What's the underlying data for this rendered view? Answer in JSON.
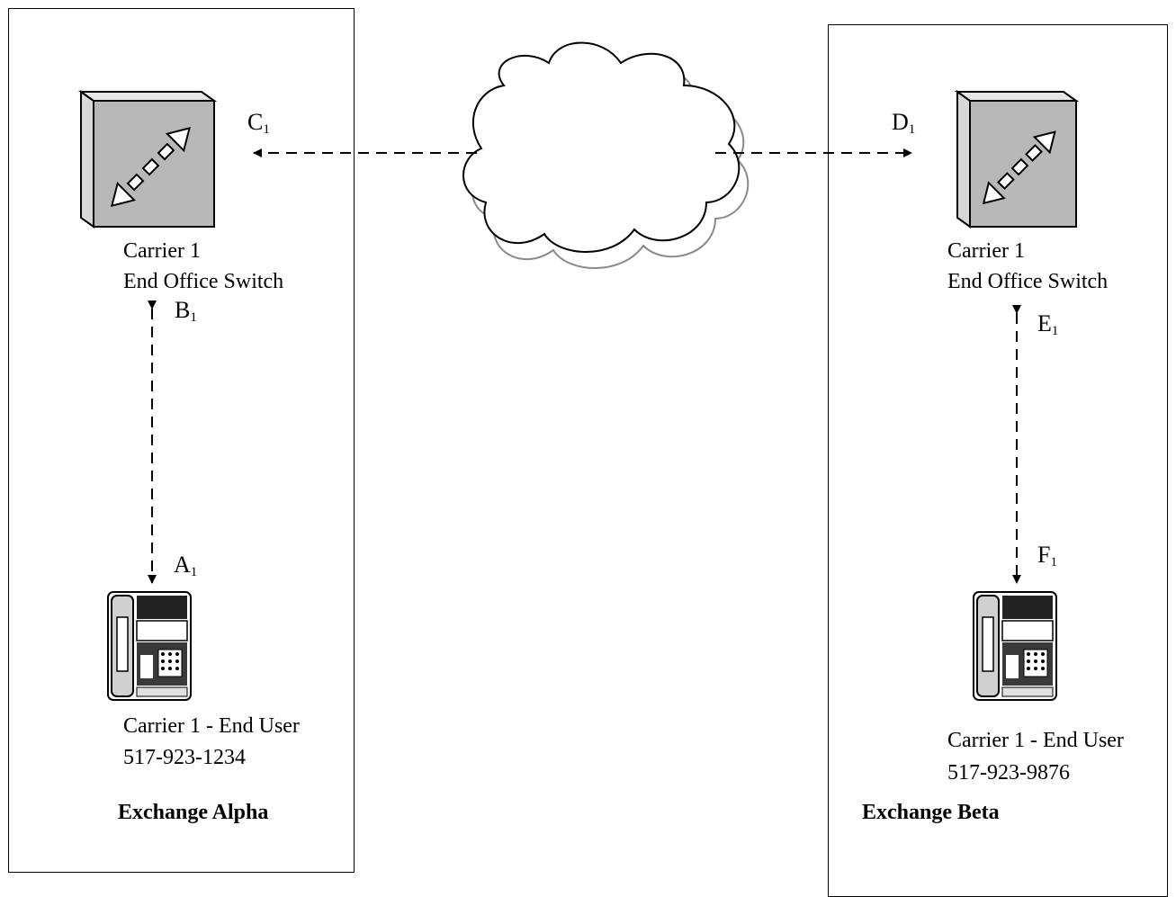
{
  "exchanges": [
    {
      "name": "Exchange Alpha",
      "switch_label_line1": "Carrier 1",
      "switch_label_line2": "End Office Switch",
      "end_user_label": "Carrier 1 - End User",
      "phone_number": "517-923-1234"
    },
    {
      "name": "Exchange Beta",
      "switch_label_line1": "Carrier 1",
      "switch_label_line2": "End Office Switch",
      "end_user_label": "Carrier 1 - End User",
      "phone_number": "517-923-9876"
    }
  ],
  "points": {
    "A": {
      "letter": "A",
      "sub": "1"
    },
    "B": {
      "letter": "B",
      "sub": "1"
    },
    "C": {
      "letter": "C",
      "sub": "1"
    },
    "D": {
      "letter": "D",
      "sub": "1"
    },
    "E": {
      "letter": "E",
      "sub": "1"
    },
    "F": {
      "letter": "F",
      "sub": "1"
    }
  },
  "icons": {
    "switch": "switch-icon",
    "phone": "telephone-icon",
    "cloud": "network-cloud-icon"
  },
  "colors": {
    "switch_face": "#b8b8b8",
    "switch_side": "#d8d8d8",
    "line": "#000000",
    "cloud_shadow": "#8a8a8a"
  }
}
